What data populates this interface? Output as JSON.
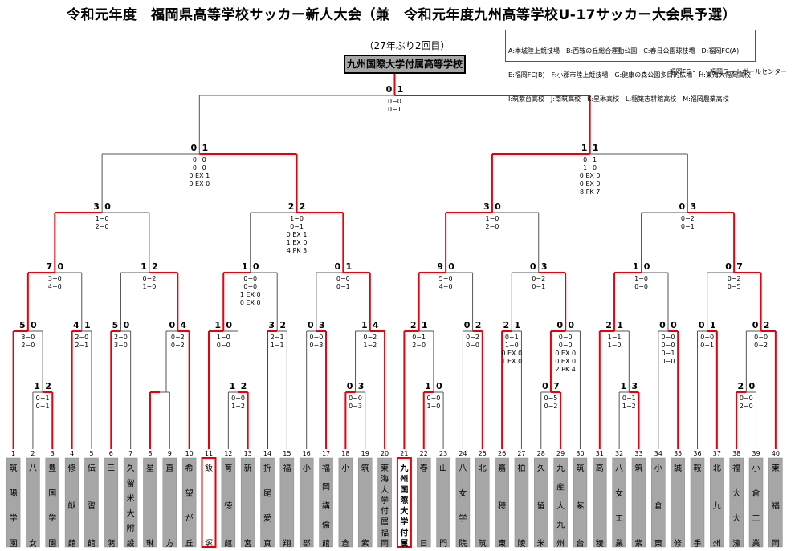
{
  "title": "令和元年度　福岡県高等学校サッカー新人大会（兼　令和元年度九州高等学校U-17サッカー大会県予選）",
  "subtitle": "（27年ぶり2回目）",
  "champion": "九州国際大学付属高等学校",
  "venue_legend": [
    "A:本城陸上競技場　B:西鞍の丘総合運動公園　C:春日公園球技場　D:福岡FC(A)",
    "E:福岡FC(B)　F:小郡市陸上競技場　G:健康の森公園多目的広場　H:東海大福岡高校",
    "I:筑紫台高校　J:南筑高校　K:星琳高校　L:稲築志耕館高校　M:福岡農業高校"
  ],
  "footnote": "福岡FC・・・福岡フットボールセンター",
  "colors": {
    "winner_line": "#e8000b",
    "loser_line": "#555555",
    "team_box": "#a6a6a6"
  },
  "teams": [
    {
      "seed": "1",
      "name": "筑陽学園"
    },
    {
      "seed": "2",
      "name": "八女"
    },
    {
      "seed": "3",
      "name": "豊国学園"
    },
    {
      "seed": "4",
      "name": "修猷館"
    },
    {
      "seed": "5",
      "name": "伝習館"
    },
    {
      "seed": "6",
      "name": "三潴"
    },
    {
      "seed": "7",
      "name": "久留米大附設"
    },
    {
      "seed": "8",
      "name": "星琳"
    },
    {
      "seed": "9",
      "name": "直方"
    },
    {
      "seed": "10",
      "name": "希望が丘"
    },
    {
      "seed": "11",
      "name": "飯塚"
    },
    {
      "seed": "12",
      "name": "育徳館"
    },
    {
      "seed": "13",
      "name": "新宮"
    },
    {
      "seed": "14",
      "name": "折尾愛真"
    },
    {
      "seed": "15",
      "name": "福翔"
    },
    {
      "seed": "16",
      "name": "小郡"
    },
    {
      "seed": "17",
      "name": "福岡講倫館"
    },
    {
      "seed": "18",
      "name": "小倉"
    },
    {
      "seed": "19",
      "name": "筑紫"
    },
    {
      "seed": "20",
      "name": "東海大学付属福岡"
    },
    {
      "seed": "21",
      "name": "九州国際大学付属"
    },
    {
      "seed": "22",
      "name": "春日"
    },
    {
      "seed": "23",
      "name": "山門"
    },
    {
      "seed": "24",
      "name": "八女学院"
    },
    {
      "seed": "25",
      "name": "北筑"
    },
    {
      "seed": "26",
      "name": "嘉穂東"
    },
    {
      "seed": "27",
      "name": "柏陵"
    },
    {
      "seed": "28",
      "name": "久留米"
    },
    {
      "seed": "29",
      "name": "九産大九州"
    },
    {
      "seed": "30",
      "name": "筑紫台"
    },
    {
      "seed": "31",
      "name": "高稜"
    },
    {
      "seed": "32",
      "name": "八女工業"
    },
    {
      "seed": "33",
      "name": "筑紫"
    },
    {
      "seed": "34",
      "name": "小倉東"
    },
    {
      "seed": "35",
      "name": "誠修"
    },
    {
      "seed": "36",
      "name": "鞍手"
    },
    {
      "seed": "37",
      "name": "北九州"
    },
    {
      "seed": "38",
      "name": "福大大濠"
    },
    {
      "seed": "39",
      "name": "小倉工業"
    },
    {
      "seed": "40",
      "name": "東福岡"
    }
  ],
  "matches": [
    {
      "id": "m2v3",
      "a": "1",
      "b": "2",
      "h": "0",
      "l": "3",
      "d": [
        "0−1",
        "0−1"
      ]
    },
    {
      "id": "m12v13",
      "a": "1",
      "b": "2",
      "h": "0",
      "l": "3",
      "d": [
        "0−0",
        "1−2"
      ]
    },
    {
      "id": "m18v19",
      "a": "0",
      "b": "3",
      "h": "2",
      "l": "1",
      "d": [
        "0−0",
        "0−3"
      ]
    },
    {
      "id": "m22v23",
      "a": "1",
      "b": "0",
      "h": "1",
      "l": "2",
      "d": [
        "0−0",
        "1−0"
      ]
    },
    {
      "id": "m28v29",
      "a": "0",
      "b": "7",
      "h": "0",
      "l": "3",
      "d": [
        "0−5",
        "0−2"
      ]
    },
    {
      "id": "m32v33",
      "a": "1",
      "b": "3",
      "h": "0",
      "l": "3",
      "d": [
        "0−1",
        "1−2"
      ]
    },
    {
      "id": "m38v39",
      "a": "2",
      "b": "0",
      "h": "3",
      "l": "1",
      "d": [
        "0−0",
        "2−0"
      ]
    },
    {
      "id": "r1v23",
      "a": "5",
      "b": "0",
      "h": "3",
      "l": "2",
      "d": [
        "3−0",
        "2−0"
      ]
    },
    {
      "id": "r4v5",
      "a": "4",
      "b": "1",
      "h": "1",
      "l": "2",
      "d": [
        "2−0",
        "2−1"
      ]
    },
    {
      "id": "r6v7",
      "a": "5",
      "b": "0",
      "h": "1",
      "l": "2",
      "d": [
        "2−0",
        "3−0"
      ]
    },
    {
      "id": "r89v10",
      "a": "0",
      "b": "4",
      "h": "2",
      "l": "3",
      "d": [
        "0−2",
        "0−2"
      ]
    },
    {
      "id": "r11v1213",
      "a": "1",
      "b": "0",
      "h": "1",
      "l": "2",
      "d": [
        "1−0",
        "0−0"
      ]
    },
    {
      "id": "r14v15",
      "a": "3",
      "b": "2",
      "h": "1",
      "l": "2",
      "d": [
        "2−1",
        "1−1"
      ]
    },
    {
      "id": "r16v17",
      "a": "0",
      "b": "3",
      "h": "2",
      "l": "3",
      "d": [
        "0−0",
        "0−3"
      ]
    },
    {
      "id": "r1819v20",
      "a": "1",
      "b": "4",
      "h": "3",
      "l": "2",
      "d": [
        "0−2",
        "1−2"
      ]
    },
    {
      "id": "r21v2223",
      "a": "2",
      "b": "1",
      "h": "1",
      "l": "2",
      "d": [
        "0−1",
        "2−0"
      ]
    },
    {
      "id": "r24v25",
      "a": "0",
      "b": "2",
      "h": "2",
      "l": "3",
      "d": [
        "0−2",
        "0−0"
      ]
    },
    {
      "id": "r26v27",
      "a": "2",
      "b": "1",
      "h": "1",
      "l": "2",
      "d": [
        "0−1",
        "1−0",
        "0 EX 0",
        "1 EX 0"
      ]
    },
    {
      "id": "r2829v30",
      "a": "0",
      "b": "0",
      "h": "3",
      "l": "2",
      "d": [
        "0−0",
        "0−0",
        "0 EX 0",
        "0 EX 0",
        "2 PK 4"
      ]
    },
    {
      "id": "r31v3233",
      "a": "2",
      "b": "1",
      "h": "1",
      "l": "2",
      "d": [
        "1−1",
        "1−0"
      ]
    },
    {
      "id": "r34v35",
      "a": "0",
      "b": "0",
      "h": "2",
      "l": "3",
      "d": [
        "0−0",
        "0−0",
        "0−1",
        "0−0"
      ]
    },
    {
      "id": "r36v37",
      "a": "0",
      "b": "1",
      "h": "2",
      "l": "3",
      "d": [
        "0−0",
        "0−1"
      ]
    },
    {
      "id": "r3839v40",
      "a": "0",
      "b": "2",
      "h": "2",
      "l": "3",
      "d": [
        "0−0",
        "0−2"
      ]
    },
    {
      "id": "q1",
      "a": "7",
      "b": "0",
      "h": "1",
      "l": "2",
      "d": [
        "3−0",
        "4−0"
      ]
    },
    {
      "id": "q2",
      "a": "1",
      "b": "2",
      "h": "1",
      "l": "2",
      "d": [
        "0−2",
        "1−0"
      ]
    },
    {
      "id": "q3",
      "a": "1",
      "b": "0",
      "h": "1",
      "l": "2",
      "d": [
        "0−0",
        "0−0",
        "1 EX 0",
        "0 EX 0"
      ]
    },
    {
      "id": "q4",
      "a": "0",
      "b": "1",
      "h": "2",
      "l": "3",
      "d": [
        "0−0",
        "0−1"
      ]
    },
    {
      "id": "q5",
      "a": "9",
      "b": "0",
      "h": "1",
      "l": "2",
      "d": [
        "5−0",
        "4−0"
      ]
    },
    {
      "id": "q6",
      "a": "0",
      "b": "3",
      "h": "2",
      "l": "3",
      "d": [
        "0−2",
        "0−1"
      ]
    },
    {
      "id": "q7",
      "a": "1",
      "b": "0",
      "h": "1",
      "l": "2",
      "d": [
        "1−0",
        "0−0"
      ]
    },
    {
      "id": "q8",
      "a": "0",
      "b": "7",
      "h": "2",
      "l": "3",
      "d": [
        "0−2",
        "0−5"
      ]
    },
    {
      "id": "s1",
      "a": "3",
      "b": "0",
      "h": "1",
      "l": "2",
      "d": [
        "1−0",
        "2−0"
      ]
    },
    {
      "id": "s2",
      "a": "2",
      "b": "2",
      "h": "2",
      "l": "1",
      "d": [
        "1−0",
        "0−1",
        "0 EX 1",
        "1 EX 0",
        "4 PK 3"
      ]
    },
    {
      "id": "s3",
      "a": "3",
      "b": "0",
      "h": "1",
      "l": "2",
      "d": [
        "1−0",
        "2−0"
      ]
    },
    {
      "id": "s4",
      "a": "0",
      "b": "3",
      "h": "2",
      "l": "3",
      "d": [
        "0−2",
        "0−1"
      ]
    },
    {
      "id": "sf1",
      "a": "0",
      "b": "1",
      "h": "3",
      "l": "2",
      "d": [
        "0−0",
        "0−0",
        "0 EX 1",
        "0 EX 0"
      ]
    },
    {
      "id": "sf2",
      "a": "1",
      "b": "1",
      "h": "1",
      "l": "2",
      "d": [
        "0−1",
        "1−0",
        "0 EX 0",
        "0 EX 0",
        "8 PK 7"
      ]
    },
    {
      "id": "final",
      "a": "0",
      "b": "1",
      "h": "3",
      "l": "2",
      "d": [
        "0−0",
        "0−1"
      ]
    }
  ]
}
